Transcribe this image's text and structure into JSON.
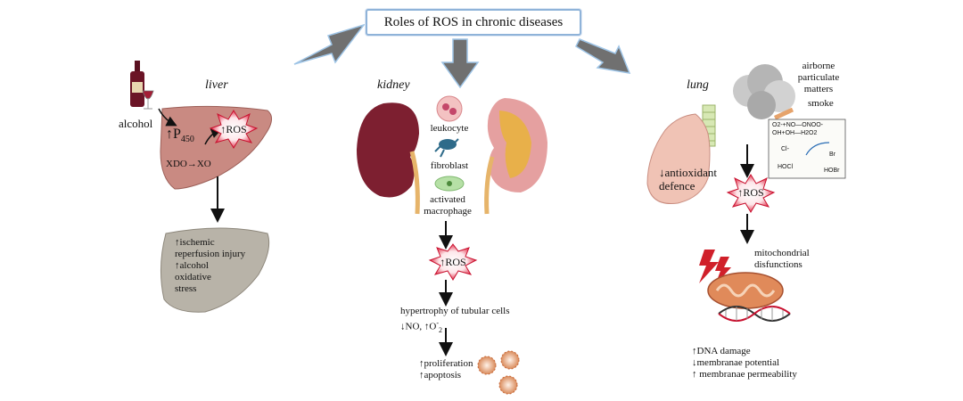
{
  "title": "Roles of ROS in chronic diseases",
  "liver": {
    "heading": "liver",
    "alcohol": "alcohol",
    "p450_prefix": "↑P",
    "p450_sub": "450",
    "ros": "↑ROS",
    "xdo": "XDO→XO",
    "outcomes": [
      "↑ischemic",
      "reperfusion injury",
      "↑alcohol",
      "oxidative",
      "stress"
    ]
  },
  "kidney": {
    "heading": "kidney",
    "cells": [
      "leukocyte",
      "fibroblast",
      "activated",
      "macrophage"
    ],
    "ros": "↑ROS",
    "hypertrophy": "hypertrophy of tubular cells",
    "no_prefix": "↓NO, ↑O",
    "no_sup": "-",
    "no_sub": "2",
    "outcomes": [
      "↑proliferation",
      "↑apoptosis"
    ]
  },
  "lung": {
    "heading": "lung",
    "airborne": [
      "airborne",
      "particulate",
      "matters"
    ],
    "smoke": "smoke",
    "inset": {
      "line1": "O2-+NO—ONOO-",
      "line2": "OH+OH—H2O2",
      "cl": "Cl-",
      "br": "Br",
      "hocl": "HOCl",
      "hobr": "HOBr"
    },
    "antioxidant": [
      "↓antioxidant",
      "defence"
    ],
    "ros": "↑ROS",
    "mito": [
      "mitochondrial",
      "disfunctions"
    ],
    "outcomes": [
      "↑DNA damage",
      "↓membranae potential",
      "↑ membranae permeability"
    ]
  },
  "colors": {
    "title_border": "#8fb3d9",
    "arrow_fill": "#707070",
    "arrow_outline": "#9ec4e6",
    "liver": "#c98a82",
    "kidney": "#7d1f30",
    "lung": "#f0c3b5",
    "ros_star": "#c8102e"
  }
}
